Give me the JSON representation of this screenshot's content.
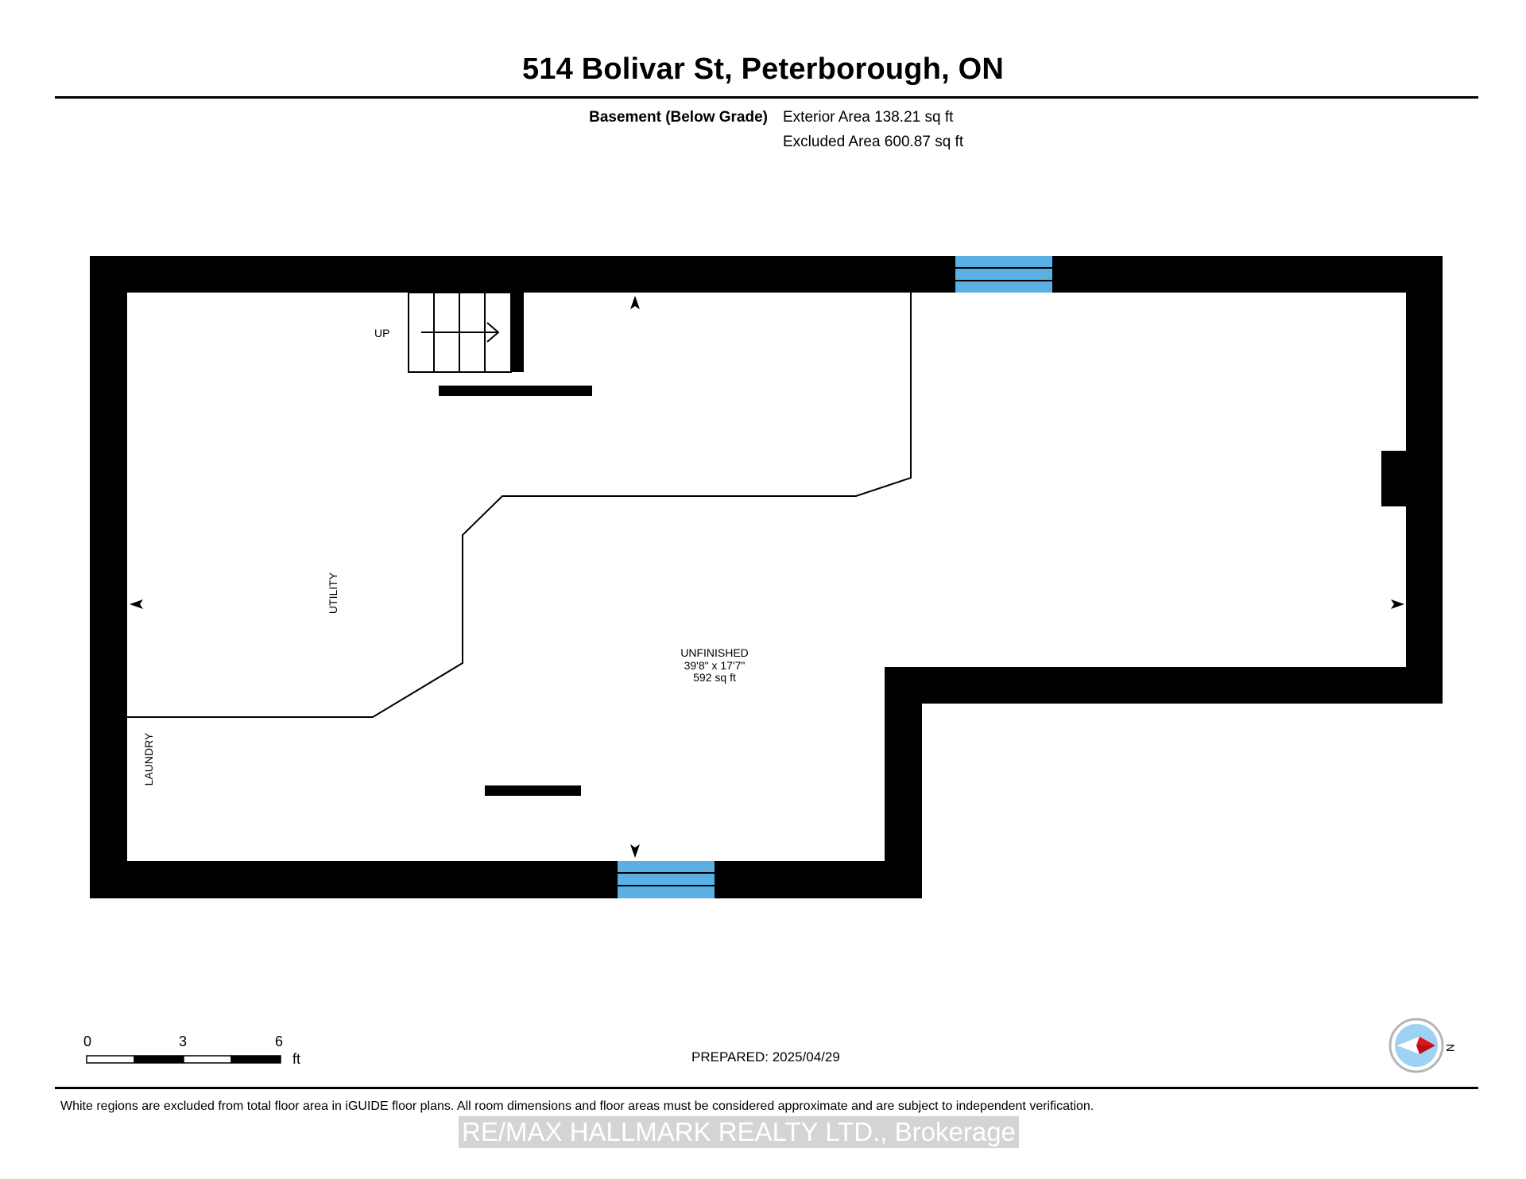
{
  "header": {
    "title": "514 Bolivar St, Peterborough, ON",
    "floor_label": "Basement (Below Grade)",
    "exterior_area": "Exterior Area 138.21 sq ft",
    "excluded_area": "Excluded Area 600.87 sq ft"
  },
  "plan": {
    "stairs_label": "UP",
    "rooms": {
      "utility": "UTILITY",
      "laundry": "LAUNDRY",
      "unfinished": {
        "name": "UNFINISHED",
        "dimensions": "39'8\" x 17'7\"",
        "area": "592 sq ft"
      }
    },
    "colors": {
      "wall": "#000000",
      "window": "#5aafe3",
      "compass_ring": "#9fd2f2",
      "compass_needle": "#e0141e"
    }
  },
  "scale_bar": {
    "ticks": [
      "0",
      "3",
      "6"
    ],
    "unit": "ft"
  },
  "compass": {
    "north_label": "N"
  },
  "footer": {
    "prepared": "PREPARED: 2025/04/29",
    "disclaimer": "White regions are excluded from total floor area in iGUIDE floor plans. All room dimensions and floor areas must be considered approximate and are subject to independent verification.",
    "watermark": "RE/MAX HALLMARK REALTY LTD., Brokerage"
  }
}
